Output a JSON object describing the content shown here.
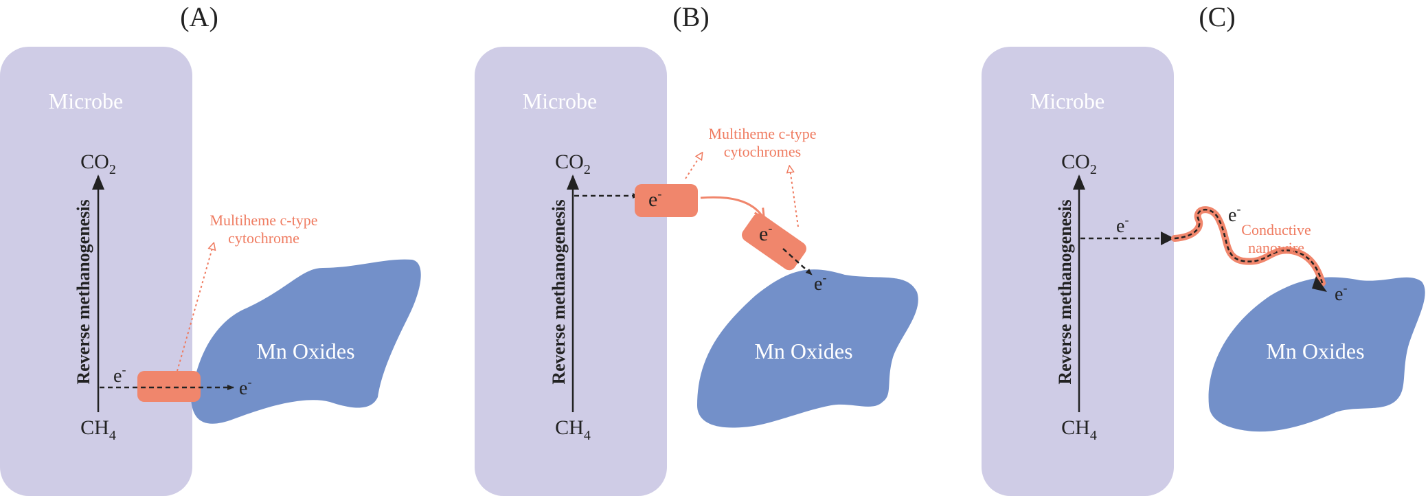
{
  "panels": [
    {
      "id": "A",
      "label": "(A)",
      "microbe": "Microbe",
      "top": "CO",
      "top_sub": "2",
      "bottom": "CH",
      "bottom_sub": "4",
      "axis": "Reverse methanogenesis",
      "electron_left": "e",
      "electron_left_sup": "-",
      "electron_right": "e",
      "electron_right_sup": "-",
      "annotation_line1": "Multiheme c-type",
      "annotation_line2": "cytochrome",
      "mineral": "Mn Oxides"
    },
    {
      "id": "B",
      "label": "(B)",
      "microbe": "Microbe",
      "top": "CO",
      "top_sub": "2",
      "bottom": "CH",
      "bottom_sub": "4",
      "axis": "Reverse methanogenesis",
      "electron_box1": "e",
      "electron_box1_sup": "-",
      "electron_box2": "e",
      "electron_box2_sup": "-",
      "electron_right": "e",
      "electron_right_sup": "-",
      "annotation_line1": "Multiheme c-type",
      "annotation_line2": "cytochromes",
      "mineral": "Mn Oxides"
    },
    {
      "id": "C",
      "label": "(C)",
      "microbe": "Microbe",
      "top": "CO",
      "top_sub": "2",
      "bottom": "CH",
      "bottom_sub": "4",
      "axis": "Reverse methanogenesis",
      "electron_left": "e",
      "electron_left_sup": "-",
      "electron_wire": "e",
      "electron_wire_sup": "-",
      "electron_right": "e",
      "electron_right_sup": "-",
      "annotation_line1": "Conductive",
      "annotation_line2": "nanowire",
      "mineral": "Mn Oxides"
    }
  ],
  "colors": {
    "microbe_fill": "#cfcce6",
    "oxide_fill": "#7390c9",
    "cytochrome_fill": "#f0866c",
    "annotation_text": "#ef7b60",
    "arrow": "#222222",
    "white_text": "#ffffff"
  }
}
